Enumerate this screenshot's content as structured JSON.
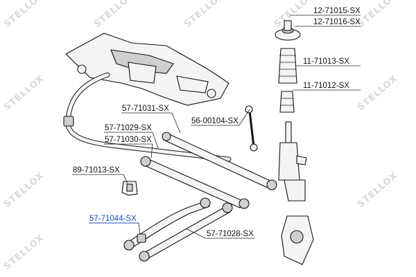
{
  "watermark": "STELLOX",
  "labels": {
    "strut_mount_1": "12-71015-SX",
    "strut_mount_2": "12-71016-SX",
    "dust_boot": "11-71013-SX",
    "bump_stop": "11-71012-SX",
    "control_arm_1": "57-71031-SX",
    "stabilizer_link": "56-00104-SX",
    "control_arm_2": "57-71029-SX",
    "control_arm_3": "57-71030-SX",
    "stabilizer_bushing": "89-71013-SX",
    "trailing_arm_highlight": "57-71044-SX",
    "trailing_arm": "57-71028-SX"
  },
  "colors": {
    "highlight": "#1a4fb5",
    "line": "#111111",
    "watermark": "#d8d8d8"
  }
}
